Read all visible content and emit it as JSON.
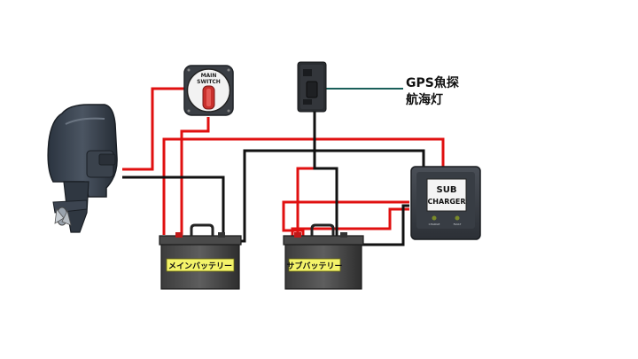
{
  "main_switch": {
    "line1": "MAIN",
    "line2": "SWITCH"
  },
  "sub_charger": {
    "line1": "SUB",
    "line2": "CHARGER",
    "led_left": "CHARGE",
    "led_right": "FAULT"
  },
  "accessory": {
    "line1": "GPS魚探",
    "line2": "航海灯"
  },
  "batteries": {
    "main_label": "メインバッテリー",
    "sub_label": "サブバッテリー"
  },
  "colors": {
    "positive_wire": "#e01010",
    "negative_wire": "#111111",
    "signal_wire": "#1a5f5a",
    "label_fill": "#f4f36a"
  }
}
